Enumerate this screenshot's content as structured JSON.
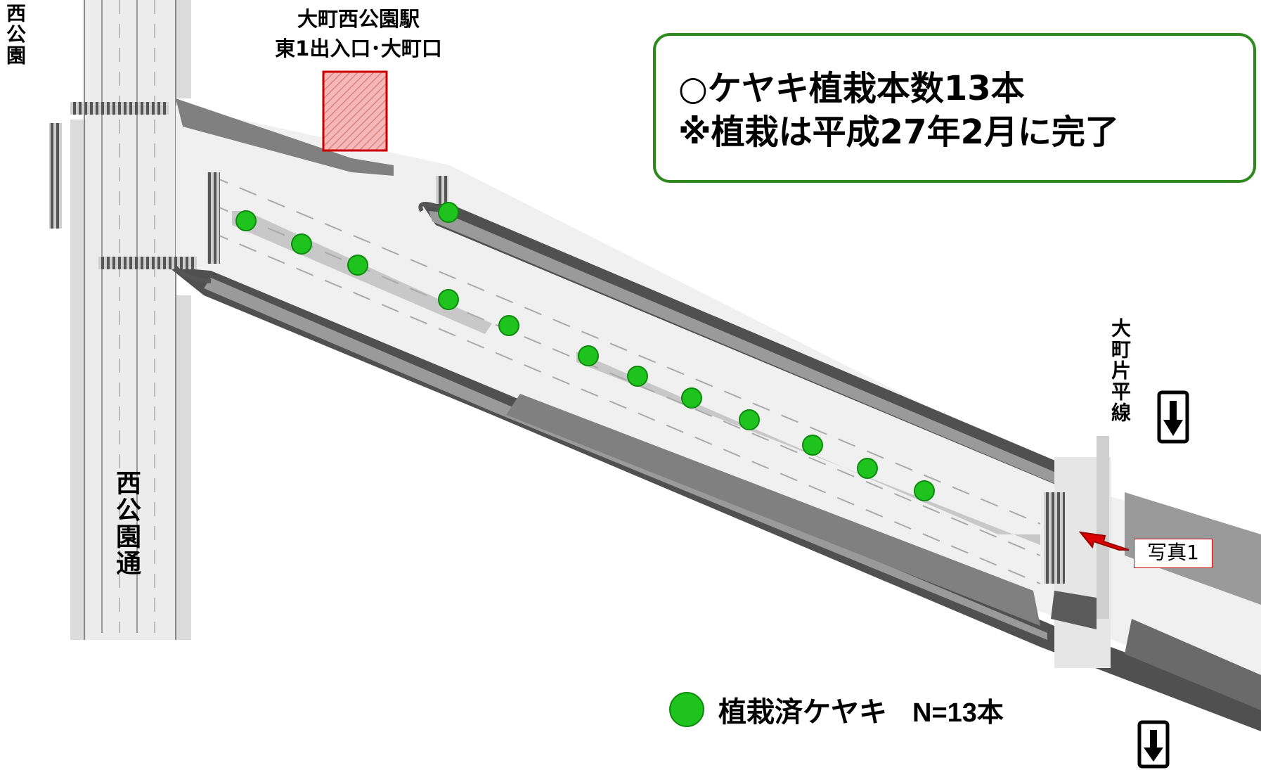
{
  "labels": {
    "nishikoen": "西公園",
    "station_line1": "大町西公園駅",
    "station_line2": "東1出入口･大町口",
    "nishikoendori": "西公園通",
    "katahira_line": "大町片平線",
    "photo": "写真1"
  },
  "info": {
    "line1": "○ケヤキ植栽本数13本",
    "line2": "※植栽は平成27年2月に完了"
  },
  "legend": {
    "text": "植栽済ケヤキ",
    "count": "N=13本"
  },
  "trees": {
    "count": 13,
    "color": "#1ec31e"
  },
  "colors": {
    "box_border": "#2e8a1e",
    "exit_marker": "#cc0000",
    "arrow": "#dd0000"
  }
}
